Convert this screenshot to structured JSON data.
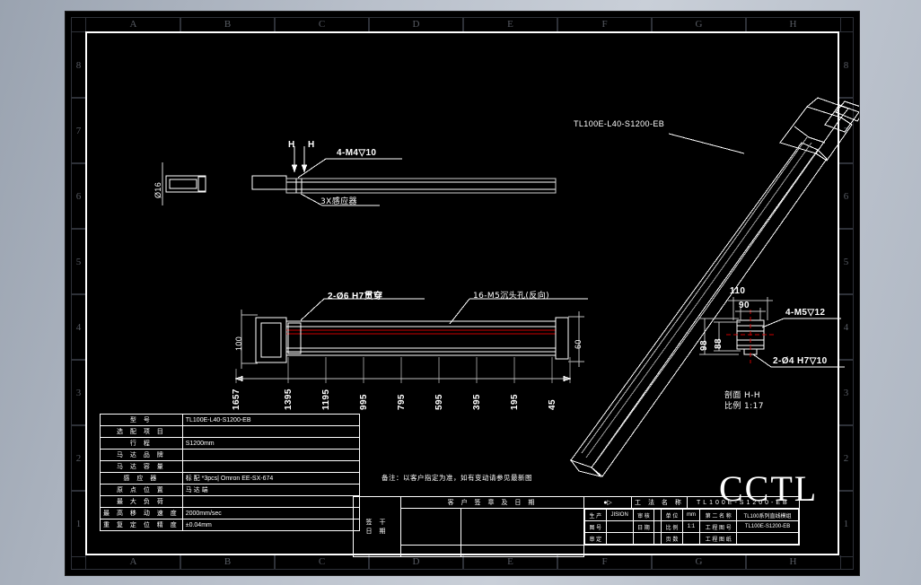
{
  "sheet": {
    "zones_horizontal": [
      "A",
      "B",
      "C",
      "D",
      "E",
      "F",
      "G",
      "H"
    ],
    "zones_vertical": [
      "8",
      "7",
      "6",
      "5",
      "4",
      "3",
      "2",
      "1"
    ]
  },
  "drawing": {
    "iso_label": "TL100E-L40-S1200-EB",
    "left_view_dia": "Ø16",
    "section_marks": {
      "left": "H",
      "right": "H"
    },
    "callout_thread_top": "4-M4▽10",
    "callout_sensor": "3X感应器",
    "callout_dowel": "2-Ø6 H7贯穿",
    "callout_counterbore": "16-M5沉头孔(反向)",
    "dim_height_left": "100",
    "dim_height_right": "60",
    "dim_chain": [
      "1657",
      "1395",
      "1195",
      "995",
      "795",
      "595",
      "395",
      "195",
      "45"
    ],
    "section_view": {
      "dim_width_outer": "110",
      "dim_width_inner": "90",
      "dim_height_outer": "98",
      "dim_height_inner": "88",
      "callout_thread": "4-M5▽12",
      "callout_dowel": "2-Ø4 H7▽10",
      "title": "剖面 H-H",
      "scale": "比例 1:17"
    }
  },
  "spec_table": {
    "rows": [
      {
        "key": "型 号",
        "value": "TL100E-L40-S1200-EB"
      },
      {
        "key": "选 配 项 目",
        "value": ""
      },
      {
        "key": "行 程",
        "value": "S1200mm"
      },
      {
        "key": "马 达 品 牌",
        "value": ""
      },
      {
        "key": "马 达 容 量",
        "value": ""
      },
      {
        "key": "感 应 器",
        "value": "标 配 *3pcs| Omron EE-SX-674"
      },
      {
        "key": "原 点 位 置",
        "value": "马 达 端"
      },
      {
        "key": "最 大 负 荷",
        "value": ""
      },
      {
        "key": "最 高 移 动 速 度",
        "value": "2000mm/sec"
      },
      {
        "key": "重 复 定 位 精 度",
        "value": "±0.04mm"
      }
    ]
  },
  "title_block": {
    "note": "备注：以客户指定为准，如有变动请参见最新图",
    "customer_seal": "客 户 签 章 及 日 期",
    "sign_label": "签 干",
    "date_label": "日 期",
    "projection_label": "工 法 名 称",
    "part_name": "TL100E-S1200-EB",
    "meta_rows": [
      {
        "c1": "生 产",
        "c2": "JISION",
        "c3": "审 核",
        "c4": "",
        "c5": "单 位",
        "c6": "mm",
        "c7": "第 二 名 称",
        "c8": "TL100系列直线模组"
      },
      {
        "c1": "图 号",
        "c2": "",
        "c3": "日 期",
        "c4": "",
        "c5": "比 例",
        "c6": "1:1",
        "c7": "工 程 图 号",
        "c8": "TL100E-S1200-EB"
      },
      {
        "c1": "审 定",
        "c2": "",
        "c3": "",
        "c4": "",
        "c5": "页 数",
        "c6": "",
        "c7": "工 程 图 纸",
        "c8": ""
      }
    ],
    "brand": "CCTL"
  }
}
